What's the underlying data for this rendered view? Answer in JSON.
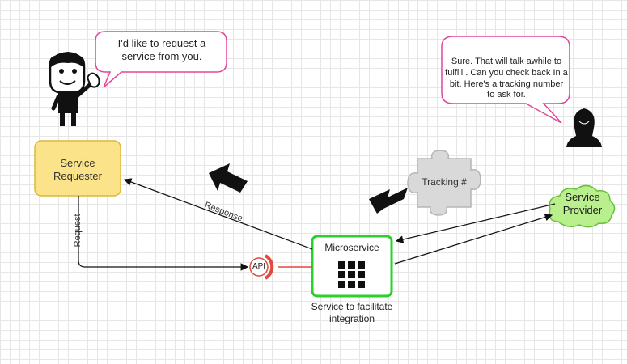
{
  "bubbles": {
    "requester_bubble": "I'd like to request a service from you.",
    "provider_bubble": "Sure. That will talk awhile to fulfill . Can you check back In a bit. Here's a tracking number to ask for."
  },
  "nodes": {
    "service_requester": "Service Requester",
    "service_provider": "Service Provider",
    "microservice": "Microservice",
    "api": "API",
    "tracking": "Tracking #",
    "microservice_caption": "Service to facilitate integration"
  },
  "edges": {
    "request": "Request",
    "response": "Response"
  },
  "colors": {
    "requester_fill": "#fbe38a",
    "requester_stroke": "#d9b93c",
    "provider_fill": "#b9ef8d",
    "provider_stroke": "#67c13a",
    "microservice_stroke": "#2bd12b",
    "bubble_stroke": "#e2479a",
    "api_stroke": "#e2483c"
  }
}
